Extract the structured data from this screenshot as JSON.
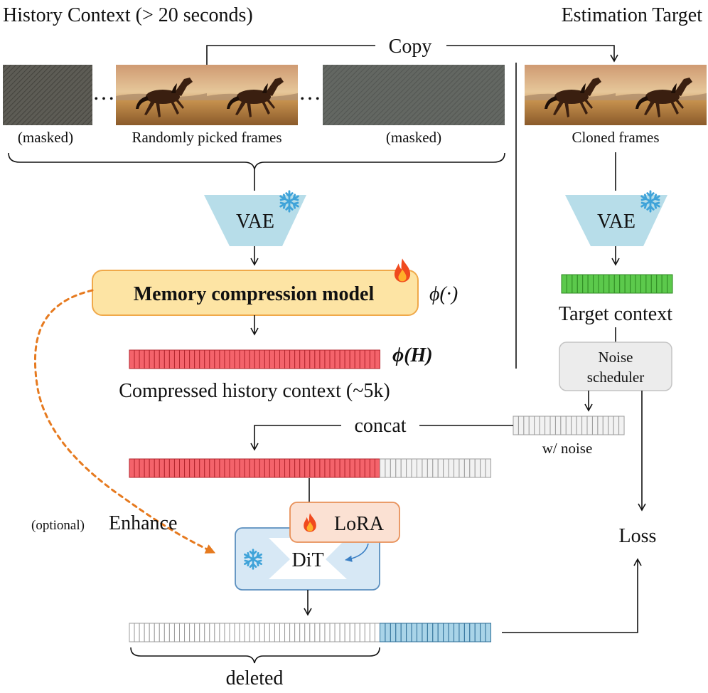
{
  "headers": {
    "history_title": "History Context (> 20 seconds)",
    "estimation_title": "Estimation Target"
  },
  "history_row": {
    "masked_left_label": "(masked)",
    "picked_label": "Randomly picked frames",
    "masked_right_label": "(masked)",
    "ellipsis": "…"
  },
  "copy_label": "Copy",
  "target_row": {
    "cloned_label": "Cloned frames"
  },
  "vae_left": {
    "label": "VAE",
    "state_icon": "snowflake-icon"
  },
  "vae_right": {
    "label": "VAE",
    "state_icon": "snowflake-icon"
  },
  "memory_model": {
    "label": "Memory compression model",
    "fn_label": "ϕ(·)",
    "state_icon": "flame-icon"
  },
  "compressed": {
    "fn_label": "ϕ(H)",
    "label": "Compressed history context (~5k)"
  },
  "target_context": {
    "label": "Target context"
  },
  "noise_scheduler": {
    "line1": "Noise",
    "line2": "scheduler"
  },
  "concat_label": "concat",
  "noise_tokens_label": "w/ noise",
  "enhance": {
    "prefix": "(optional)",
    "label": "Enhance"
  },
  "lora": {
    "label": "LoRA",
    "state_icon": "flame-icon"
  },
  "dit": {
    "label": "DiT",
    "state_icon": "snowflake-icon"
  },
  "loss_label": "Loss",
  "deleted_label": "deleted",
  "colors": {
    "history_tokens": "#f4636b",
    "target_tokens": "#5cc94c",
    "noise_tokens": "#f2f2f2",
    "output_tokens": "#a9d4e8",
    "vae_fill": "#b7dde9",
    "memory_fill": "#fde4a4",
    "memory_border": "#f0a94a",
    "lora_fill": "#fbe1d3",
    "lora_border": "#e8915a",
    "dit_fill": "#d7e8f5",
    "dit_border": "#5b8fbf",
    "enhance_arrow": "#e67a1f"
  }
}
